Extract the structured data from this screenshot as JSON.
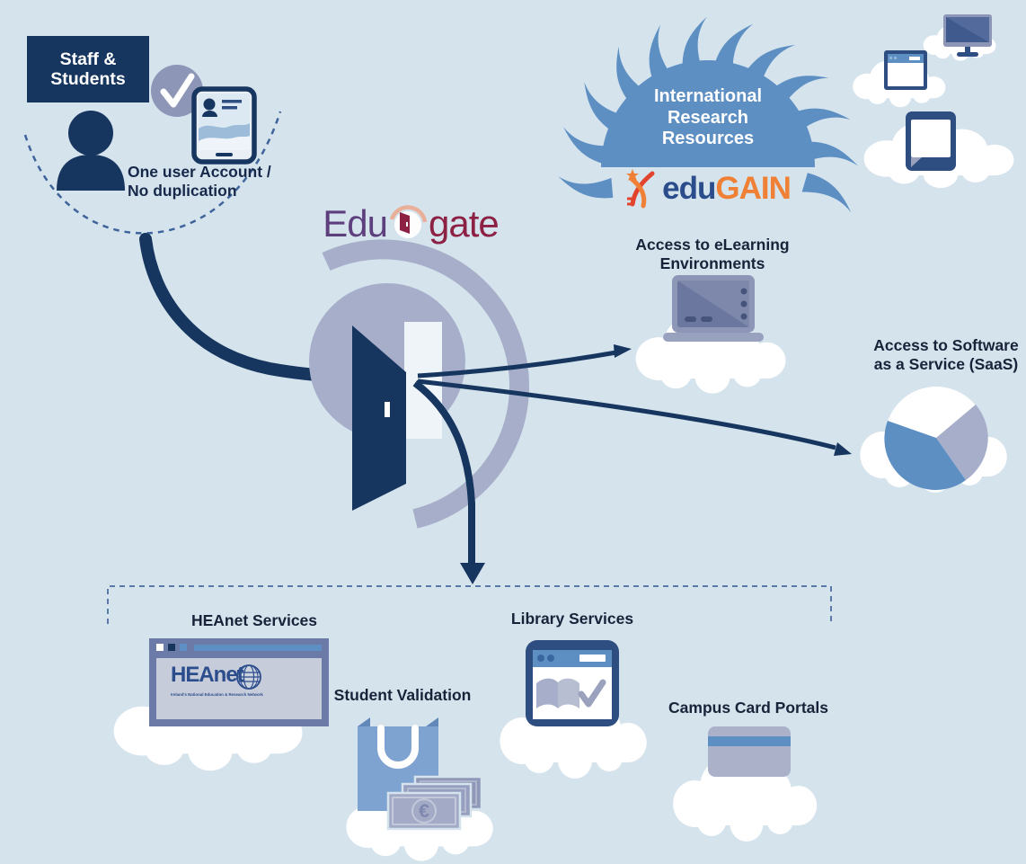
{
  "staff_box_label": "Staff &\nStudents",
  "account_caption": "One user Account /\nNo duplication",
  "edugate_logo": {
    "prefix": "Edu",
    "suffix": "gate"
  },
  "sun_label": "International\nResearch\nResources",
  "edugain_logo": {
    "prefix": "edu",
    "suffix": "GAIN"
  },
  "captions": {
    "elearning": "Access to eLearning\nEnvironments",
    "saas": "Access to Software\nas a Service (SaaS)",
    "heanet": "HEAnet Services",
    "student_validation": "Student Validation",
    "library": "Library Services",
    "campus_card": "Campus Card Portals"
  },
  "heanet_window": {
    "logo": "HEAnet",
    "tagline": "Ireland's National Education & Research Network"
  },
  "euro_symbol": "€",
  "colors": {
    "background": "#d5e3ed",
    "navy": "#17365f",
    "mid_blue": "#5d8fc3",
    "lavender": "#a7aec9",
    "slate": "#8d96b6",
    "cloud_white": "#ffffff",
    "edugate_purple": "#5e3f7e",
    "edugate_maroon": "#8c2143",
    "edugate_peach": "#e9af98",
    "edugain_blue": "#2b4d8c",
    "edugain_orange": "#ef8035",
    "edugain_red": "#e2432d",
    "label_text": "#182339",
    "window_frame": "#6b7aa6"
  },
  "icons": [
    "user-silhouette-icon",
    "checkmark-badge-icon",
    "id-phone-icon",
    "door-gate-icon",
    "sun-icon",
    "cloud-icon",
    "monitor-icon",
    "browser-window-icon",
    "tablet-icon",
    "laptop-icon",
    "pie-chart-icon",
    "globe-icon",
    "open-book-icon",
    "shopping-bag-icon",
    "euro-banknotes-icon",
    "campus-card-icon",
    "key-star-icon",
    "arrow-icon"
  ]
}
